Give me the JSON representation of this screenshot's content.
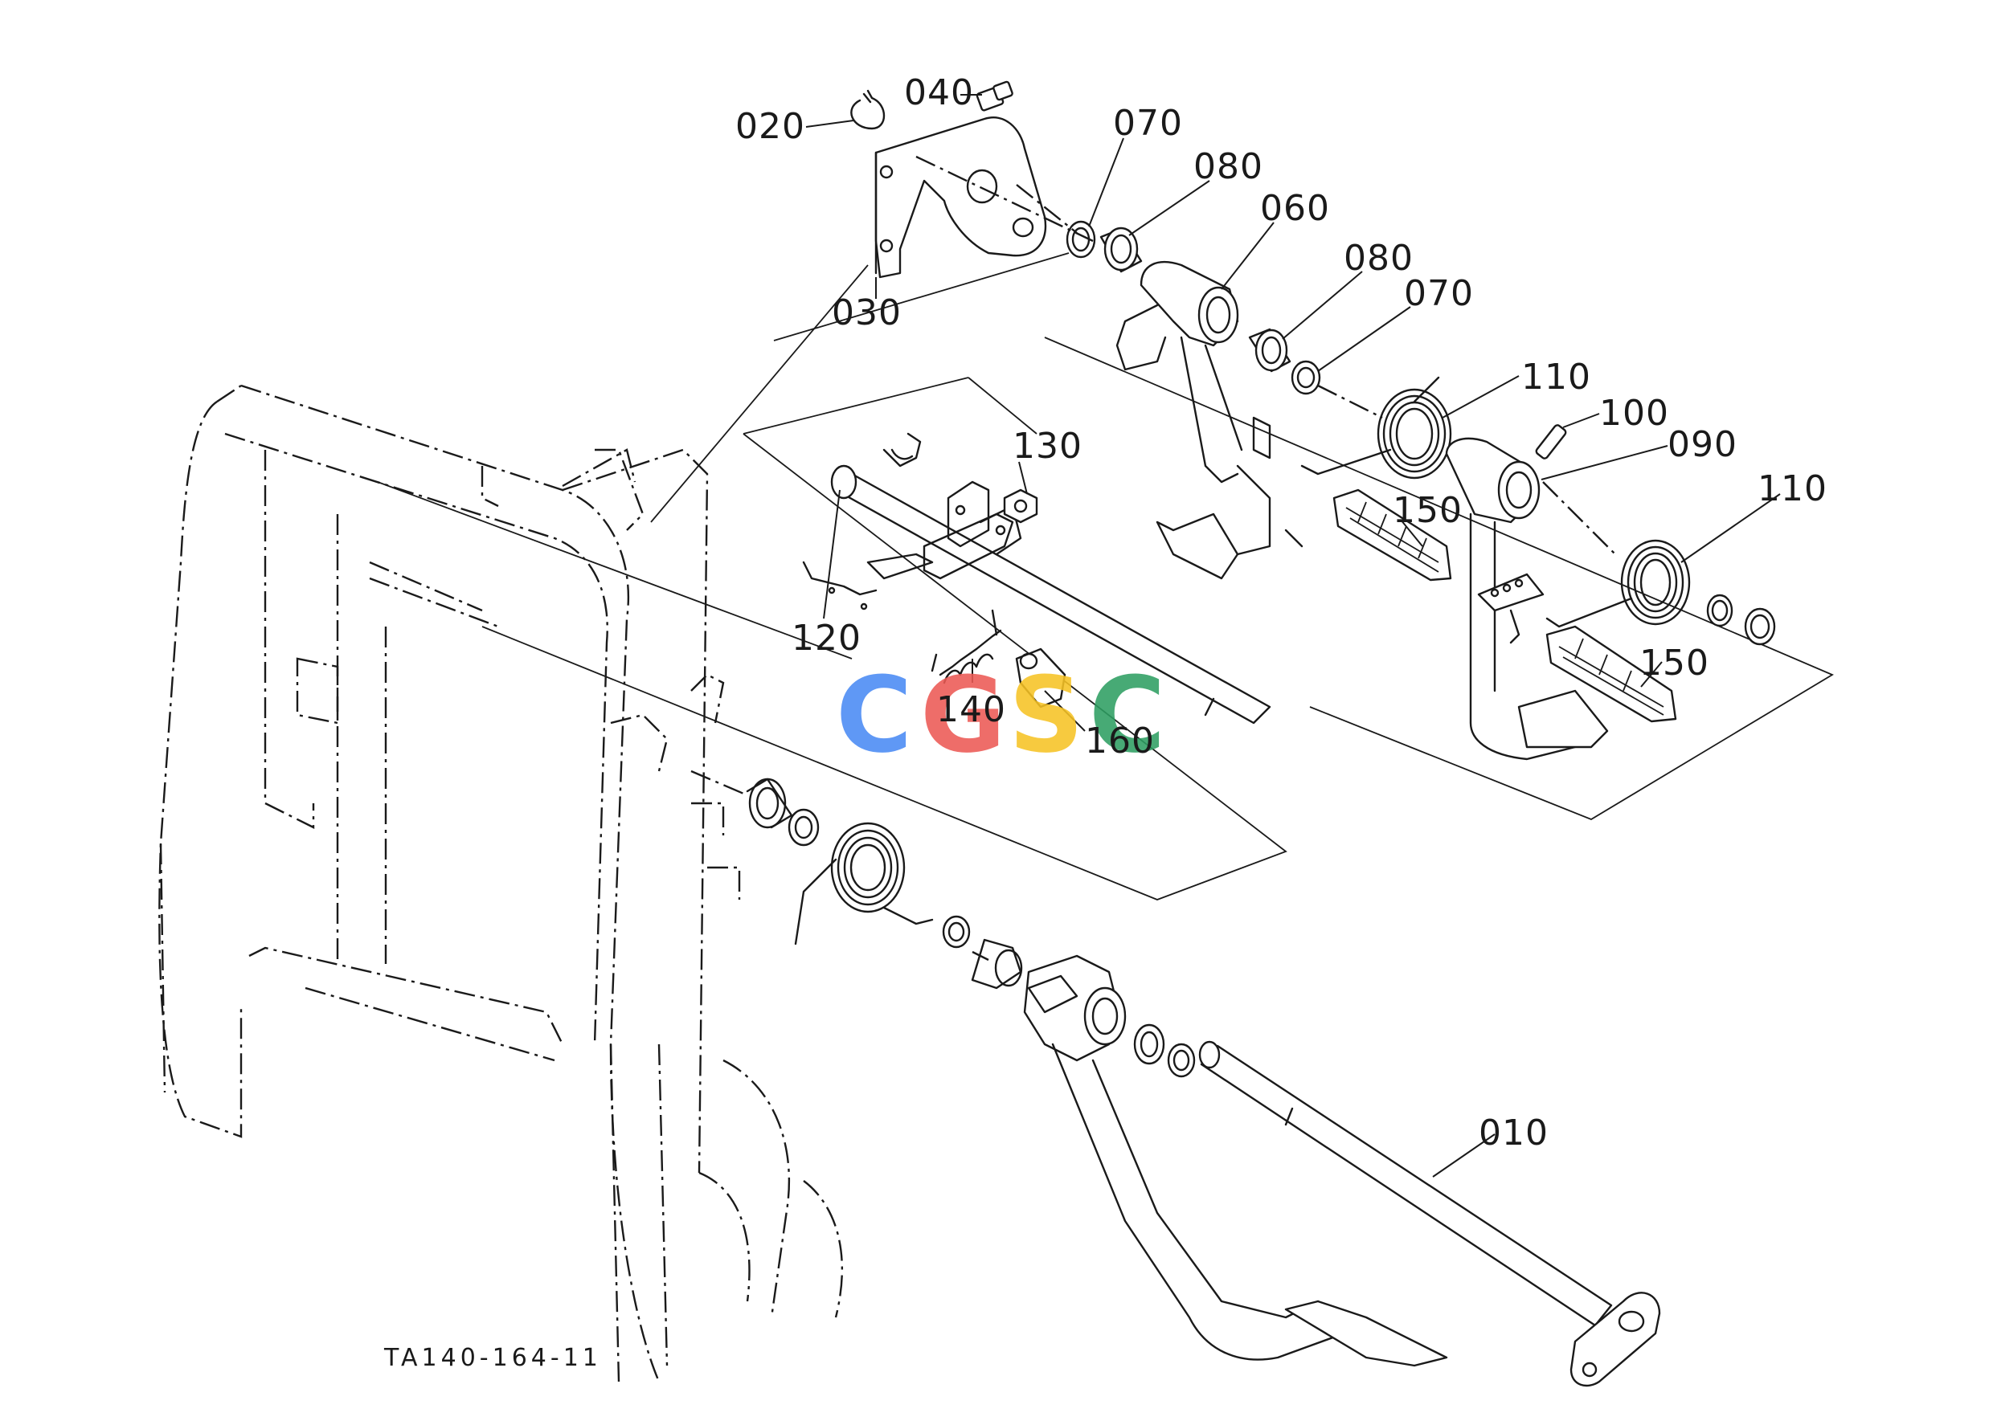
{
  "drawing_code": "TA140-164-11",
  "watermark": {
    "text": "CGSC",
    "letters": [
      "C",
      "G",
      "S",
      "C"
    ],
    "colors": [
      "#4a8af4",
      "#ec5a55",
      "#f7c325",
      "#2e9f62"
    ]
  },
  "callouts": {
    "c010": "010",
    "c020": "020",
    "c030": "030",
    "c040": "040",
    "c060": "060",
    "c070_top": "070",
    "c080_top": "080",
    "c080_mid": "080",
    "c070_mid": "070",
    "c090": "090",
    "c100": "100",
    "c110_top": "110",
    "c110_right": "110",
    "c120": "120",
    "c130": "130",
    "c140": "140",
    "c150_top": "150",
    "c150_bottom": "150",
    "c160": "160"
  }
}
